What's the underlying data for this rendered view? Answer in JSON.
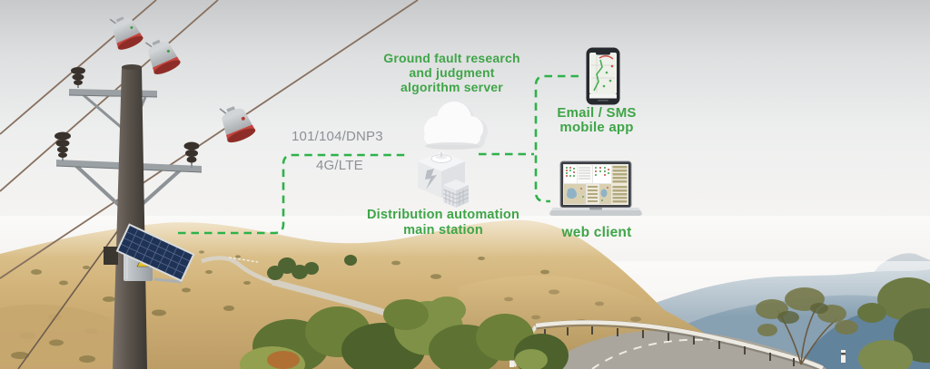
{
  "overlay": {
    "labels": {
      "server": {
        "line1": "Ground fault research",
        "line2": "and judgment",
        "line3": "algorithm server"
      },
      "protocol": "101/104/DNP3",
      "network": "4G/LTE",
      "station": {
        "line1": "Distribution automation",
        "line2": "main station"
      },
      "mobile": {
        "line1": "Email / SMS",
        "line2": "mobile app"
      },
      "web": "web client"
    },
    "colors": {
      "label_green": "#3fa548",
      "connector_green": "#2eb24a",
      "label_gray": "#8c9196"
    },
    "icons": {
      "cloud": "cloud-server-icon",
      "station": "main-station-icon",
      "phone": "smartphone-icon",
      "laptop": "laptop-icon",
      "fault_indicator": "fault-indicator-device",
      "collector": "solar-data-collector"
    }
  }
}
